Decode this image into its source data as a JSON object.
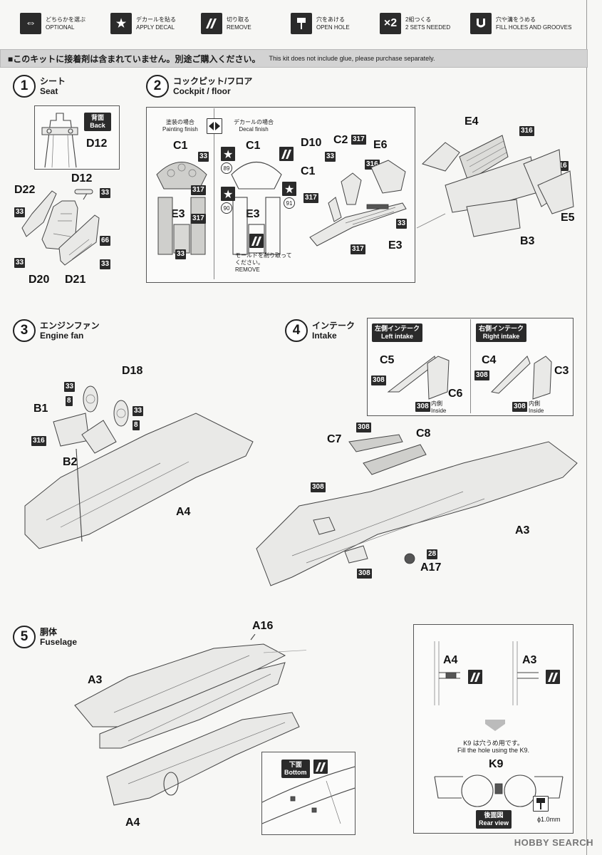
{
  "legend": [
    {
      "icon": "arrows-icon",
      "jp": "どちらかを選ぶ",
      "en": "OPTIONAL"
    },
    {
      "icon": "star-icon",
      "jp": "デカールを貼る",
      "en": "APPLY DECAL"
    },
    {
      "icon": "cut-icon",
      "jp": "切り取る",
      "en": "REMOVE"
    },
    {
      "icon": "drill-icon",
      "jp": "穴をあける",
      "en": "OPEN HOLE"
    },
    {
      "icon": "x2-icon",
      "symbol": "×2",
      "jp": "2組つくる",
      "en": "2 SETS NEEDED"
    },
    {
      "icon": "fill-icon",
      "jp": "穴や溝をうめる",
      "en": "FILL HOLES AND GROOVES"
    }
  ],
  "banner": {
    "jp": "■このキットに接着剤は含まれていません。別途ご購入ください。",
    "en": "This kit does not include glue, please purchase separately."
  },
  "steps": {
    "s1": {
      "num": "1",
      "jp": "シート",
      "en": "Seat",
      "back_jp": "背面",
      "back_en": "Back",
      "parts": {
        "d12a": "D12",
        "d12b": "D12",
        "d22": "D22",
        "d20": "D20",
        "d21": "D21"
      },
      "colors": {
        "c1": "33",
        "c2": "33",
        "c3": "66",
        "c4": "33",
        "c5": "33",
        "c6": "33"
      }
    },
    "s2": {
      "num": "2",
      "jp": "コックピット/フロア",
      "en": "Cockpit / floor",
      "paint_jp": "塗装の場合",
      "paint_en": "Painting finish",
      "decal_jp": "デカールの場合",
      "decal_en": "Decal finish",
      "parts": {
        "c1a": "C1",
        "c1b": "C1",
        "c1c": "C1",
        "e3a": "E3",
        "e3b": "E3",
        "e3c": "E3",
        "d10": "D10",
        "c2": "C2",
        "e6": "E6",
        "e4": "E4",
        "e5": "E5",
        "b3": "B3"
      },
      "colors": {
        "k1": "33",
        "k2": "317",
        "k3": "33",
        "k4": "317",
        "k5": "33",
        "k6": "317",
        "k7": "316",
        "k8": "33",
        "k9": "317",
        "k10": "316",
        "k11": "316"
      },
      "decals": {
        "d89": "89",
        "d90": "90",
        "d91": "91"
      },
      "remove_jp": "モールドを削り取ってください。",
      "remove_en": "REMOVE"
    },
    "s3": {
      "num": "3",
      "jp": "エンジンファン",
      "en": "Engine fan",
      "parts": {
        "d18": "D18",
        "b1": "B1",
        "b2": "B2",
        "a4": "A4"
      },
      "colors": {
        "k1": "33",
        "k2": "8",
        "k3": "33",
        "k4": "8",
        "k5": "316"
      }
    },
    "s4": {
      "num": "4",
      "jp": "インテーク",
      "en": "Intake",
      "left_jp": "左側インテーク",
      "left_en": "Left intake",
      "right_jp": "右側インテーク",
      "right_en": "Right intake",
      "inside_jp": "内側",
      "inside_en": "Inside",
      "parts": {
        "c5": "C5",
        "c6": "C6",
        "c4": "C4",
        "c3": "C3",
        "c7": "C7",
        "c8": "C8",
        "a3": "A3",
        "a17": "A17"
      },
      "colors": {
        "k1": "308",
        "k2": "308",
        "k3": "308",
        "k4": "308",
        "k5": "308",
        "k6": "308",
        "k7": "308",
        "k8": "28"
      }
    },
    "s5": {
      "num": "5",
      "jp": "胴体",
      "en": "Fuselage",
      "parts": {
        "a16": "A16",
        "a3": "A3",
        "a4": "A4",
        "a4d": "A4",
        "a3d": "A3",
        "k9": "K9"
      },
      "bottom_jp": "下面",
      "bottom_en": "Bottom",
      "k9_jp": "K9 は穴うめ用です。",
      "k9_en": "Fill the hole using the K9.",
      "rear_jp": "後面図",
      "rear_en": "Rear view",
      "drill": "ϕ1.0mm"
    }
  },
  "watermark": "HOBBY SEARCH"
}
